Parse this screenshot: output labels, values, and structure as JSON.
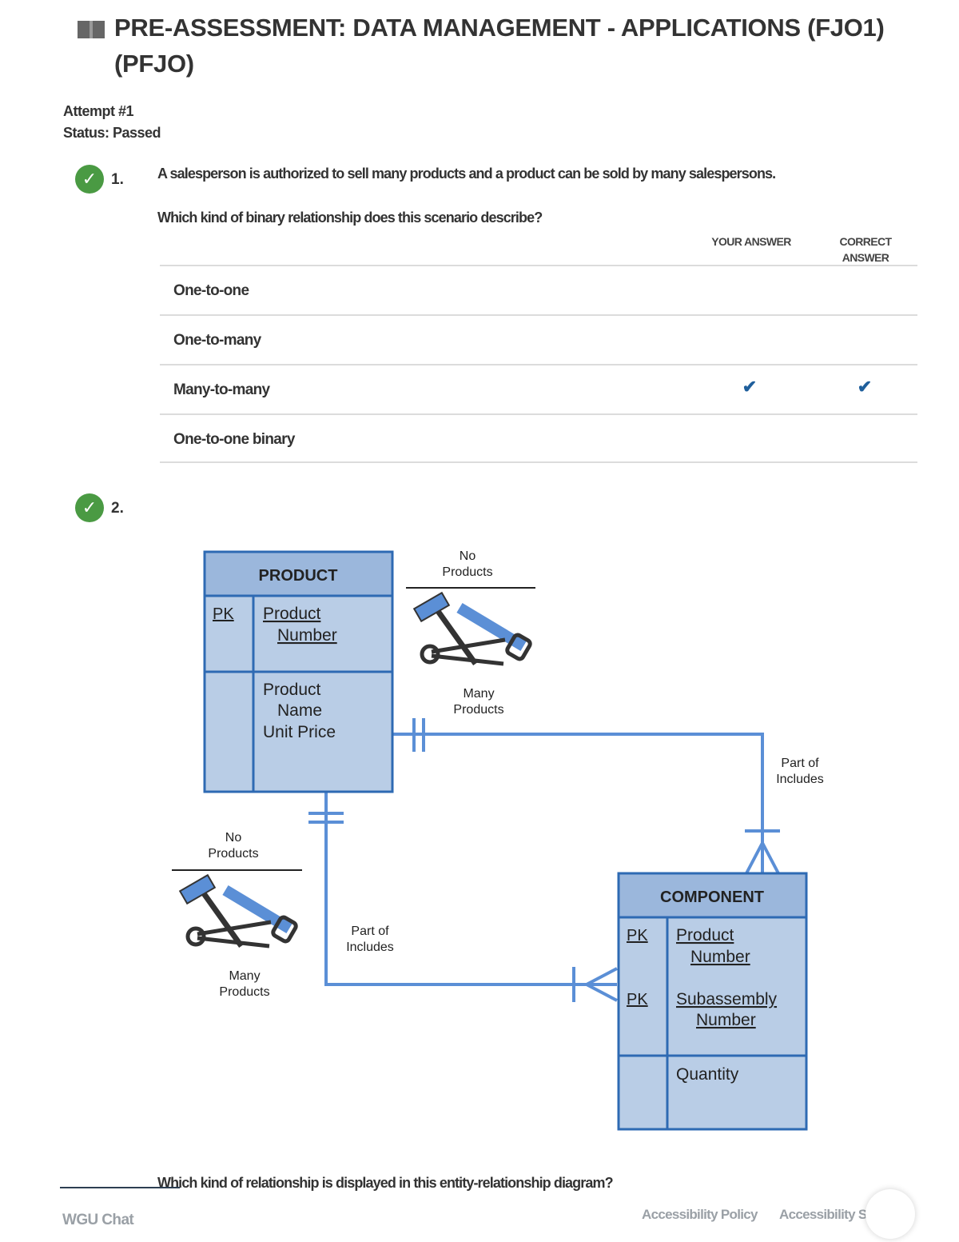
{
  "header": {
    "title": "PRE-ASSESSMENT: DATA MANAGEMENT - APPLICATIONS (FJO1) (PFJO)",
    "attempt": "Attempt #1",
    "status": "Status: Passed"
  },
  "questions": [
    {
      "number": "1.",
      "status_icon": "check-icon",
      "prompt": "A salesperson is authorized to sell many products and a product can be sold by many salespersons.",
      "question": "Which kind of binary relationship does this scenario describe?",
      "columns": [
        "YOUR ANSWER",
        "CORRECT ANSWER"
      ],
      "options": [
        {
          "label": "One-to-one",
          "your_answer": false,
          "correct_answer": false
        },
        {
          "label": "One-to-many",
          "your_answer": false,
          "correct_answer": false
        },
        {
          "label": "Many-to-many",
          "your_answer": true,
          "correct_answer": true
        },
        {
          "label": "One-to-one binary",
          "your_answer": false,
          "correct_answer": false
        }
      ]
    },
    {
      "number": "2.",
      "status_icon": "check-icon",
      "question": "Which kind of relationship is displayed in this entity-relationship diagram?"
    }
  ],
  "diagram": {
    "product": {
      "title": "PRODUCT",
      "pk": "PK",
      "key_line1": "Product",
      "key_line2": "Number",
      "attr1": "Product",
      "attr2": "Name",
      "attr3": "Unit Price"
    },
    "component": {
      "title": "COMPONENT",
      "pk1": "PK",
      "key1_line1": "Product",
      "key1_line2": "Number",
      "pk2": "PK",
      "key2_line1": "Subassembly",
      "key2_line2": "Number",
      "attr1": "Quantity"
    },
    "legend_top": {
      "top1": "No",
      "top2": "Products",
      "bottom1": "Many",
      "bottom2": "Products"
    },
    "legend_left": {
      "top1": "No",
      "top2": "Products",
      "bottom1": "Many",
      "bottom2": "Products"
    },
    "rel_right": {
      "line1": "Part of",
      "line2": "Includes"
    },
    "rel_left": {
      "line1": "Part of",
      "line2": "Includes"
    },
    "colors": {
      "entity_fill": "#b9cde6",
      "header_fill": "#9bb7dc",
      "border": "#2e6ab3",
      "line": "#5b8fd6"
    }
  },
  "footer": {
    "chat": "WGU Chat",
    "accessibility_policy": "Accessibility Policy",
    "accessibility_settings": "Accessibility Settings"
  }
}
